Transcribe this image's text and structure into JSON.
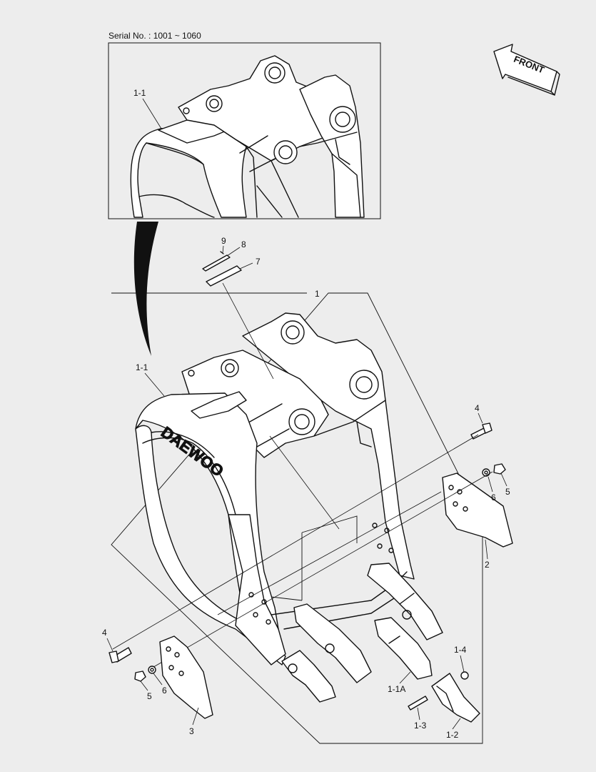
{
  "header": {
    "serial": "Serial No. : 1001 ~ 1060"
  },
  "arrow": {
    "label": "FRONT"
  },
  "brand_mark": {
    "text": "DAEWOO"
  },
  "callouts": {
    "inset_1_1": "1-1",
    "main_1": "1",
    "main_1_1": "1-1",
    "c9": "9",
    "c8": "8",
    "c7": "7",
    "c4_right": "4",
    "c6_right": "6",
    "c5_right": "5",
    "c2": "2",
    "c4_left": "4",
    "c5_left": "5",
    "c6_left": "6",
    "c3": "3",
    "c1_4": "1-4",
    "c1_1a": "1-1A",
    "c1_3": "1-3",
    "c1_2": "1-2"
  }
}
